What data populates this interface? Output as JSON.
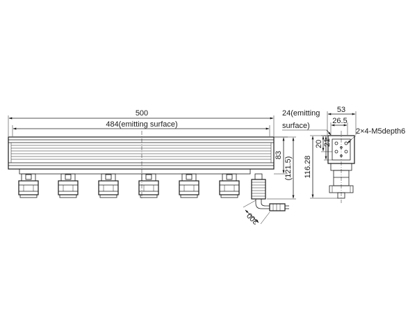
{
  "dimensions": {
    "overall_length": "500",
    "emitting_length": "484(emitting surface)",
    "height": "83",
    "height_with_connector": "(121.5)",
    "cable_length": "300",
    "side_width": "53",
    "side_inner_width": "26.5",
    "side_emitting_line1": "24(emitting",
    "side_emitting_line2": "surface)",
    "side_height_1": "20",
    "side_height_2": "21",
    "side_height_3": "116.28",
    "screw_callout": "2×4-M5depth6"
  },
  "colors": {
    "line": "#1a1a1a",
    "background": "#ffffff"
  }
}
